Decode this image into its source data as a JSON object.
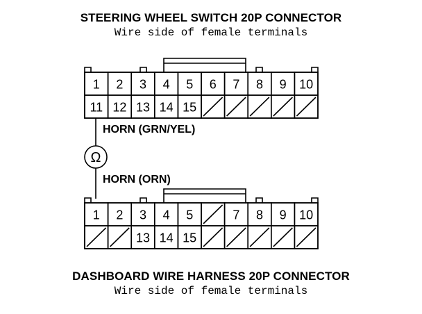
{
  "top_connector": {
    "title": "STEERING WHEEL SWITCH 20P CONNECTOR",
    "subtitle": "Wire side of female terminals",
    "row1": [
      "1",
      "2",
      "3",
      "4",
      "5",
      "6",
      "7",
      "8",
      "9",
      "10"
    ],
    "row2": [
      "11",
      "12",
      "13",
      "14",
      "15",
      "",
      "",
      "",
      "",
      ""
    ]
  },
  "wires": {
    "upper_label": "HORN (GRN/YEL)",
    "lower_label": "HORN (ORN)",
    "horn_symbol": "Ω",
    "horn_icon": "horn-ohm-icon"
  },
  "bottom_connector": {
    "title": "DASHBOARD WIRE HARNESS 20P CONNECTOR",
    "subtitle": "Wire side of female terminals",
    "row1": [
      "1",
      "2",
      "3",
      "4",
      "5",
      "",
      "7",
      "8",
      "9",
      "10"
    ],
    "row2": [
      "",
      "",
      "13",
      "14",
      "15",
      "",
      "",
      "",
      "",
      ""
    ]
  }
}
